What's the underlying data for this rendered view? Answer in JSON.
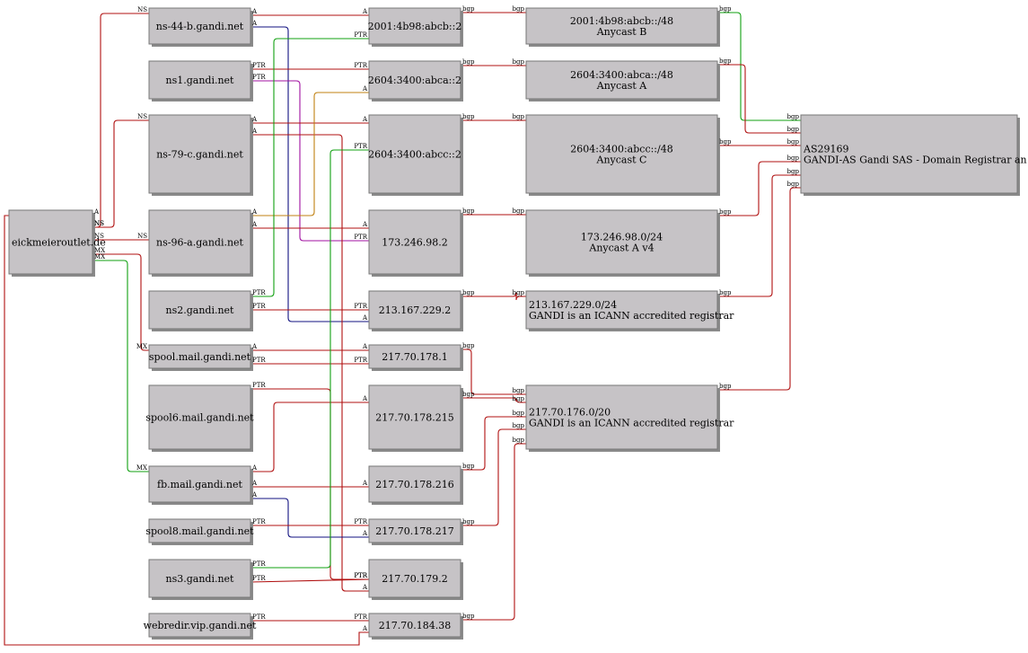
{
  "colors": {
    "dns": "#b01010",
    "green": "#10a010",
    "blue": "#101080",
    "orange": "#c08010",
    "purple": "#a010a0",
    "node_fill": "#c6c3c6"
  },
  "nodes": {
    "domain": [
      "eickmeieroutlet.de"
    ],
    "ns44b": [
      "ns-44-b.gandi.net"
    ],
    "ns1": [
      "ns1.gandi.net"
    ],
    "ns79c": [
      "ns-79-c.gandi.net"
    ],
    "ns96a": [
      "ns-96-a.gandi.net"
    ],
    "ns2": [
      "ns2.gandi.net"
    ],
    "spool": [
      "spool.mail.gandi.net"
    ],
    "spool6": [
      "spool6.mail.gandi.net"
    ],
    "fb": [
      "fb.mail.gandi.net"
    ],
    "spool8": [
      "spool8.mail.gandi.net"
    ],
    "ns3": [
      "ns3.gandi.net"
    ],
    "webredir": [
      "webredir.vip.gandi.net"
    ],
    "ip_2001": [
      "2001:4b98:abcb::2"
    ],
    "ip_2604a": [
      "2604:3400:abca::2"
    ],
    "ip_2604c": [
      "2604:3400:abcc::2"
    ],
    "ip_173": [
      "173.246.98.2"
    ],
    "ip_213": [
      "213.167.229.2"
    ],
    "ip_2171": [
      "217.70.178.1"
    ],
    "ip_217215": [
      "217.70.178.215"
    ],
    "ip_217216": [
      "217.70.178.216"
    ],
    "ip_217217": [
      "217.70.178.217"
    ],
    "ip_217179": [
      "217.70.179.2"
    ],
    "ip_21718438": [
      "217.70.184.38"
    ],
    "pfx_2001": [
      "2001:4b98:abcb::/48",
      "Anycast B"
    ],
    "pfx_2604a": [
      "2604:3400:abca::/48",
      "Anycast A"
    ],
    "pfx_2604c": [
      "2604:3400:abcc::/48",
      "Anycast C"
    ],
    "pfx_173": [
      "173.246.98.0/24",
      "Anycast A v4"
    ],
    "pfx_213": [
      "213.167.229.0/24",
      "GANDI is an ICANN accredited registrar"
    ],
    "pfx_217": [
      "217.70.176.0/20",
      "GANDI is an ICANN accredited registrar"
    ],
    "as": [
      "AS29169",
      "GANDI-AS Gandi SAS - Domain Registrar an"
    ]
  },
  "edges": [
    {
      "from": "domain",
      "to": "ns44b",
      "label": "NS",
      "color": "dns"
    },
    {
      "from": "domain",
      "to": "ns79c",
      "label": "NS",
      "color": "dns"
    },
    {
      "from": "domain",
      "to": "ns96a",
      "label": "NS",
      "color": "dns"
    },
    {
      "from": "domain",
      "to": "spool",
      "label": "MX",
      "color": "dns"
    },
    {
      "from": "domain",
      "to": "fb",
      "label": "MX",
      "color": "green"
    },
    {
      "from": "domain",
      "to": "ip_21718438",
      "label": "A",
      "color": "dns"
    },
    {
      "from": "ns44b",
      "to": "ip_2001",
      "label": "A",
      "color": "dns"
    },
    {
      "from": "ns44b",
      "to": "ip_213",
      "label": "A",
      "color": "blue"
    },
    {
      "from": "ns1",
      "to": "ip_2604a",
      "label": "PTR",
      "color": "dns"
    },
    {
      "from": "ns1",
      "to": "ip_173",
      "label": "PTR",
      "color": "purple"
    },
    {
      "from": "ns79c",
      "to": "ip_2604c",
      "label": "A",
      "color": "dns"
    },
    {
      "from": "ns79c",
      "to": "ip_217179",
      "label": "A",
      "color": "dns"
    },
    {
      "from": "ns96a",
      "to": "ip_173",
      "label": "A",
      "color": "dns"
    },
    {
      "from": "ns96a",
      "to": "ip_2604a",
      "label": "A",
      "color": "orange"
    },
    {
      "from": "ns2",
      "to": "ip_213",
      "label": "PTR",
      "color": "dns"
    },
    {
      "from": "ns2",
      "to": "ip_2001",
      "label": "PTR",
      "color": "green"
    },
    {
      "from": "spool",
      "to": "ip_2171",
      "label": "A",
      "color": "dns"
    },
    {
      "from": "spool",
      "to": "ip_2171",
      "label": "PTR",
      "color": "dns"
    },
    {
      "from": "spool6",
      "to": "ip_217179",
      "label": "PTR",
      "color": "dns"
    },
    {
      "from": "fb",
      "to": "ip_217215",
      "label": "A",
      "color": "dns"
    },
    {
      "from": "fb",
      "to": "ip_217216",
      "label": "A",
      "color": "dns"
    },
    {
      "from": "fb",
      "to": "ip_217217",
      "label": "A",
      "color": "blue"
    },
    {
      "from": "spool8",
      "to": "ip_217217",
      "label": "PTR",
      "color": "dns"
    },
    {
      "from": "ns3",
      "to": "ip_217179",
      "label": "PTR",
      "color": "dns"
    },
    {
      "from": "ns3",
      "to": "ip_2604c",
      "label": "PTR",
      "color": "green"
    },
    {
      "from": "webredir",
      "to": "ip_21718438",
      "label": "PTR",
      "color": "dns"
    },
    {
      "from": "ip_2001",
      "to": "pfx_2001",
      "label": "bgp",
      "color": "dns"
    },
    {
      "from": "ip_2604a",
      "to": "pfx_2604a",
      "label": "bgp",
      "color": "dns"
    },
    {
      "from": "ip_2604c",
      "to": "pfx_2604c",
      "label": "bgp",
      "color": "dns"
    },
    {
      "from": "ip_173",
      "to": "pfx_173",
      "label": "bgp",
      "color": "dns"
    },
    {
      "from": "ip_213",
      "to": "pfx_213",
      "label": "bgp",
      "color": "dns"
    },
    {
      "from": "ip_2171",
      "to": "pfx_217",
      "label": "bgp",
      "color": "dns"
    },
    {
      "from": "ip_217215",
      "to": "pfx_217",
      "label": "bgp",
      "color": "dns"
    },
    {
      "from": "ip_217216",
      "to": "pfx_217",
      "label": "bgp",
      "color": "dns"
    },
    {
      "from": "ip_217217",
      "to": "pfx_217",
      "label": "bgp",
      "color": "dns"
    },
    {
      "from": "ip_21718438",
      "to": "pfx_217",
      "label": "bgp",
      "color": "dns"
    },
    {
      "from": "pfx_2001",
      "to": "as",
      "label": "bgp",
      "color": "green"
    },
    {
      "from": "pfx_2604a",
      "to": "as",
      "label": "bgp",
      "color": "dns"
    },
    {
      "from": "pfx_2604c",
      "to": "as",
      "label": "bgp",
      "color": "dns"
    },
    {
      "from": "pfx_173",
      "to": "as",
      "label": "bgp",
      "color": "dns"
    },
    {
      "from": "pfx_213",
      "to": "as",
      "label": "bgp",
      "color": "dns"
    },
    {
      "from": "pfx_217",
      "to": "as",
      "label": "bgp",
      "color": "dns"
    }
  ]
}
